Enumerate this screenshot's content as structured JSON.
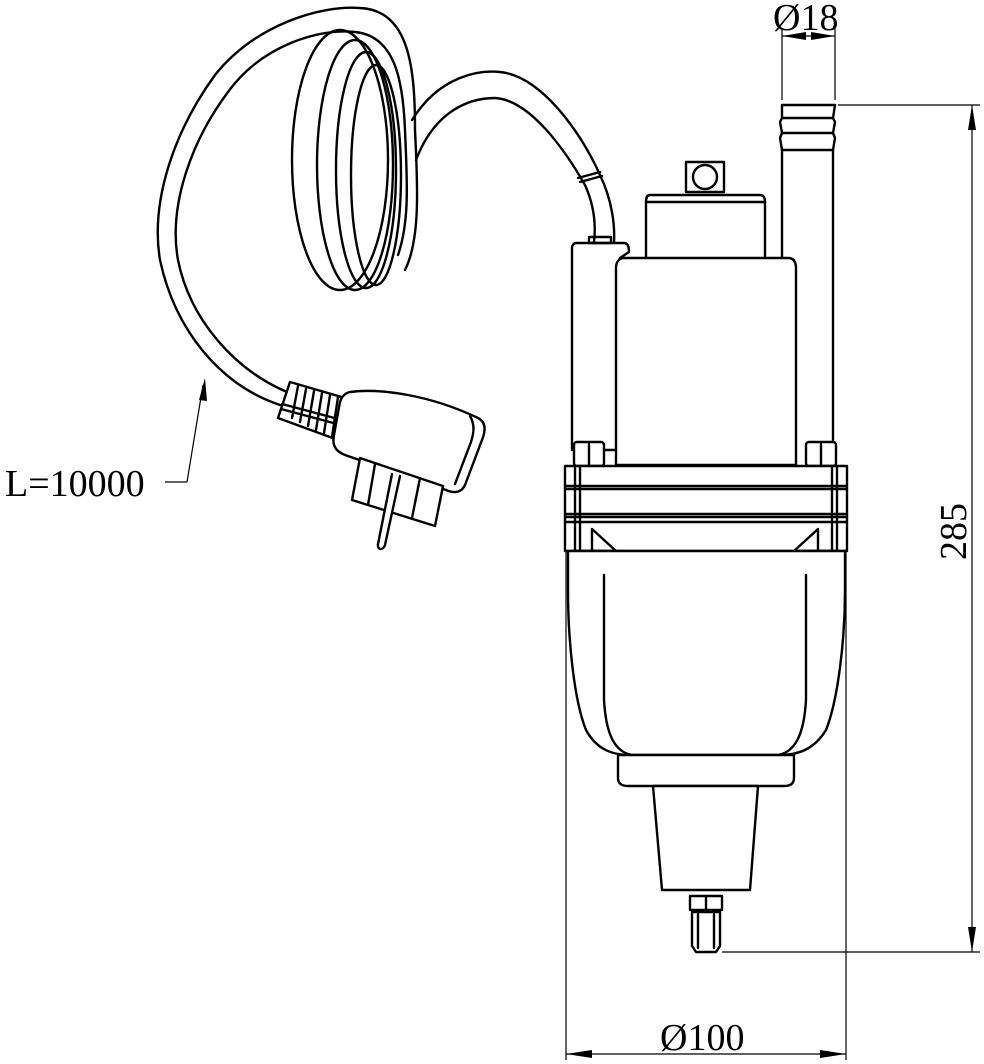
{
  "drawing": {
    "subject": "Submersible vibration water pump with power cord and plug",
    "stroke_color": "#000000",
    "background_color": "#ffffff"
  },
  "dimensions": {
    "outlet_diameter": "Ø18",
    "height": "285",
    "body_diameter": "Ø100",
    "cable_length": "L=10000"
  }
}
